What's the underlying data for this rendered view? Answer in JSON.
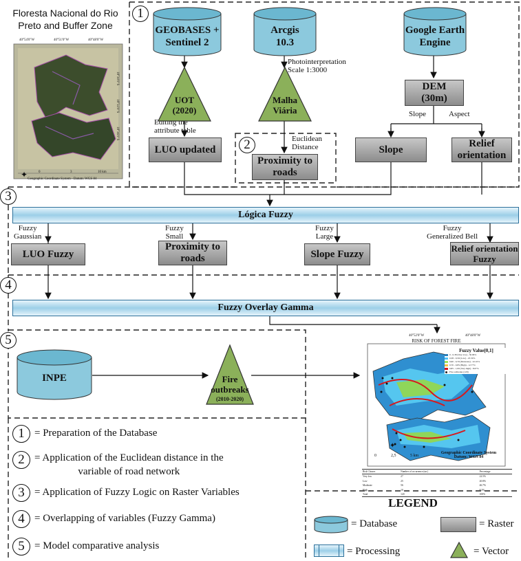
{
  "map_panel": {
    "title": "Floresta Nacional do Rio Preto and Buffer Zone",
    "top_ticks": [
      "40°54'0\"W",
      "40°51'0\"W",
      "40°48'0\"W"
    ],
    "side_ticks": [
      "18°30'0\"S",
      "18°33'0\"S",
      "18°36'0\"S"
    ],
    "scale": [
      "0",
      "3",
      "10 km"
    ],
    "datum": "Geographic Coordinate System - Datum: WGS 84"
  },
  "sources": {
    "geobases": "GEOBASES +\nSentinel 2",
    "arcgis": "Arcgis\n10.3",
    "gee": "Google Earth\nEngine"
  },
  "labels": {
    "photo": "Photointerpretation\nScale 1:3000",
    "editing": "Editing the\nattribute table",
    "euclidean": "Euclidean\nDistance",
    "slope_lbl": "Slope",
    "aspect_lbl": "Aspect",
    "gaussian": "Fuzzy\nGaussian",
    "small": "Fuzzy\nSmall",
    "large": "Fuzzy\nLarge",
    "bell": "Fuzzy\nGeneralized Bell"
  },
  "vectors": {
    "uot": "UOT\n(2020)",
    "malha": "Malha\nViária",
    "fire": "Fire\noutbreaks",
    "fire_sub": "(2010-2020)"
  },
  "rasters": {
    "dem": "DEM\n(30m)",
    "luo": "LUO updated",
    "proximity": "Proximity to\nroads",
    "slope": "Slope",
    "relief": "Relief\norientation",
    "luo_fuzzy": "LUO Fuzzy",
    "prox_fuzzy": "Proximity to\nroads",
    "slope_fuzzy": "Slope Fuzzy",
    "relief_fuzzy": "Relief orientation\nFuzzy"
  },
  "processing": {
    "fuzzy": "Lógica Fuzzy",
    "gamma": "Fuzzy Overlay Gamma"
  },
  "inpe": "INPE",
  "section_numbers": [
    "1",
    "2",
    "3",
    "4",
    "5"
  ],
  "result_map": {
    "title": "RISK OF FOREST FIRE",
    "top_ticks": [
      "40°52'0\"W",
      "40°48'0\"W"
    ],
    "legend_title": "Fuzzy Value[0,1]",
    "legend_items": [
      {
        "label": "0 - 0,38 (Very low) - 30.96%",
        "color": "#2c7fb8"
      },
      {
        "label": "0,38 - 0,59 (Low) - 25.50%",
        "color": "#4fc3f7"
      },
      {
        "label": "0,60 - 0,70 (Moderate) - 22.10%",
        "color": "#9ee35b"
      },
      {
        "label": "0,70 - 0,85 (High) - 12.77%",
        "color": "#f5c242"
      },
      {
        "label": "0,85 - 1,00 (Very high) - 8.67%",
        "color": "#d7191c"
      },
      {
        "label": "Fire outbreaks (120)",
        "color": "#222222"
      }
    ],
    "scale": [
      "0",
      "2,5",
      "5 km"
    ],
    "datum": "Geographic Coordinate System\nDatum: WGS 84",
    "table_headers": [
      "Risk Classes",
      "Number of occurrence (un.)",
      "Percentage"
    ],
    "table_rows": [
      [
        "Very low",
        "27",
        "22.5%"
      ],
      [
        "Low",
        "25",
        "20.8%"
      ],
      [
        "Moderate",
        "56",
        "46.7%"
      ],
      [
        "High",
        "10",
        "8.3%"
      ],
      [
        "Total",
        "120",
        "100%"
      ]
    ]
  },
  "steps": [
    {
      "num": "1",
      "text": "= Preparation of the Database"
    },
    {
      "num": "2",
      "text": "= Application of the Euclidean distance in the\nvariable of road network"
    },
    {
      "num": "3",
      "text": "= Application of Fuzzy Logic on Raster Variables"
    },
    {
      "num": "4",
      "text": "= Overlapping of variables (Fuzzy Gamma)"
    },
    {
      "num": "5",
      "text": "= Model comparative analysis"
    }
  ],
  "legend": {
    "title": "LEGEND",
    "database": "= Database",
    "raster": "= Raster",
    "processing": "= Processing",
    "vector": "= Vector"
  }
}
